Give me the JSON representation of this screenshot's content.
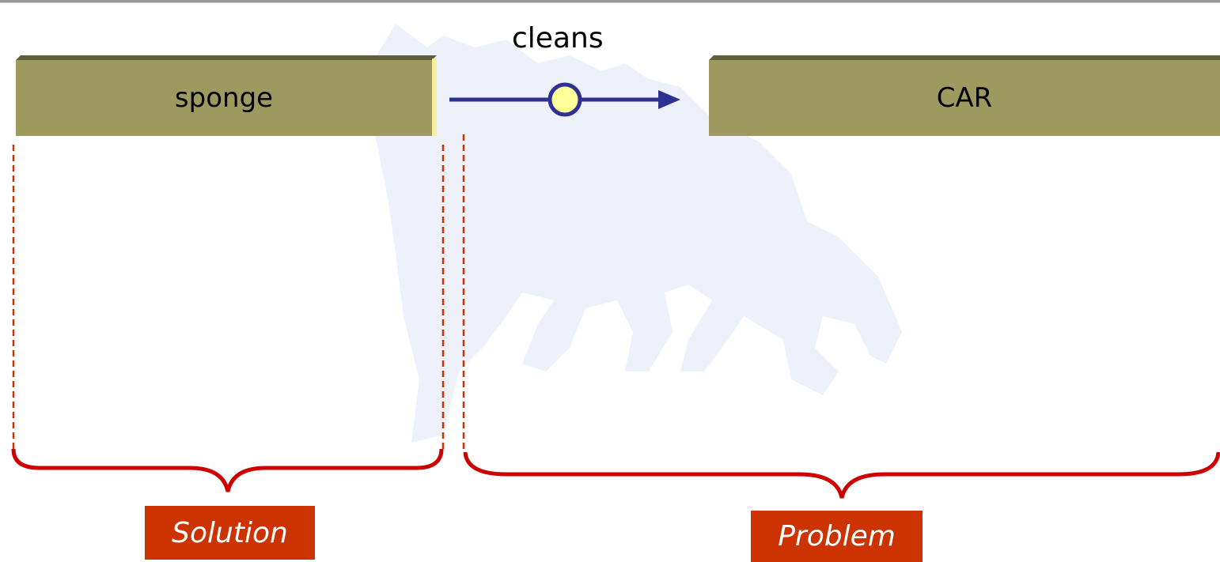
{
  "diagram": {
    "solution_object": "sponge",
    "problem_object": "CAR",
    "relation": "cleans",
    "solution_tag": "Solution",
    "problem_tag": "Problem"
  },
  "colors": {
    "bar_face": "#9c9a5e",
    "bar_top": "#5f5f3a",
    "bar_edge": "#f5f0a0",
    "arrow": "#2e3192",
    "node_fill": "#ffff99",
    "brace": "#cc0000",
    "dashed_guide": "#cc3300",
    "tag_bg": "#cc3300",
    "watermark": "#eef0fa"
  },
  "icons": {
    "watermark": "six-legged-dog-logo-icon"
  }
}
